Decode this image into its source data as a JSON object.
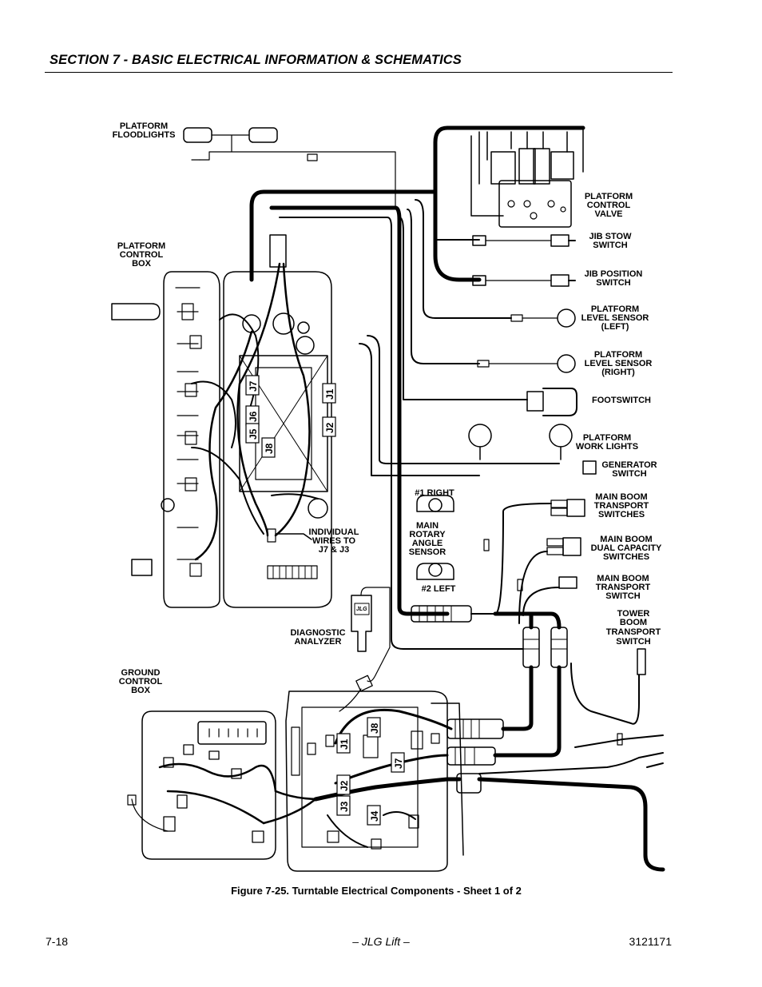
{
  "header": {
    "section_title": "SECTION 7 - BASIC ELECTRICAL INFORMATION & SCHEMATICS"
  },
  "figure": {
    "caption": "Figure 7-25.  Turntable Electrical Components - Sheet 1 of 2",
    "labels": {
      "platform_floodlights": [
        "PLATFORM",
        "FLOODLIGHTS"
      ],
      "platform_control_box": [
        "PLATFORM",
        "CONTROL",
        "BOX"
      ],
      "platform_control_valve": [
        "PLATFORM",
        "CONTROL",
        "VALVE"
      ],
      "jib_stow_switch": [
        "JIB STOW",
        "SWITCH"
      ],
      "jib_position_switch": [
        "JIB POSITION",
        "SWITCH"
      ],
      "platform_level_sensor_left": [
        "PLATFORM",
        "LEVEL SENSOR",
        "(LEFT)"
      ],
      "platform_level_sensor_right": [
        "PLATFORM",
        "LEVEL SENSOR",
        "(RIGHT)"
      ],
      "footswitch": [
        "FOOTSWITCH"
      ],
      "platform_work_lights": [
        "PLATFORM",
        "WORK LIGHTS"
      ],
      "generator_switch": [
        "GENERATOR",
        "SWITCH"
      ],
      "right_1": [
        "#1 RIGHT"
      ],
      "main_boom_transport_switches": [
        "MAIN BOOM",
        "TRANSPORT",
        "SWITCHES"
      ],
      "main_rotary_angle_sensor": [
        "MAIN",
        "ROTARY",
        "ANGLE",
        "SENSOR"
      ],
      "main_boom_dual_capacity_switches": [
        "MAIN BOOM",
        "DUAL CAPACITY",
        "SWITCHES"
      ],
      "individual_wires": [
        "INDIVIDUAL",
        "WIRES TO",
        "J7 & J3"
      ],
      "main_boom_transport_switch": [
        "MAIN BOOM",
        "TRANSPORT",
        "SWITCH"
      ],
      "left_2": [
        "#2 LEFT"
      ],
      "tower_boom_transport_switch": [
        "TOWER",
        "BOOM",
        "TRANSPORT",
        "SWITCH"
      ],
      "diagnostic_analyzer": [
        "DIAGNOSTIC",
        "ANALYZER"
      ],
      "ground_control_box": [
        "GROUND",
        "CONTROL",
        "BOX"
      ]
    },
    "platform_connectors": [
      "J7",
      "J1",
      "J6",
      "J2",
      "J5",
      "J8"
    ],
    "ground_connectors": [
      "J8",
      "J1",
      "J7",
      "J2",
      "J3",
      "J4"
    ],
    "analyzer_logo": "JLG"
  },
  "footer": {
    "page_number": "7-18",
    "publisher": "– JLG Lift –",
    "doc_number": "3121171"
  }
}
